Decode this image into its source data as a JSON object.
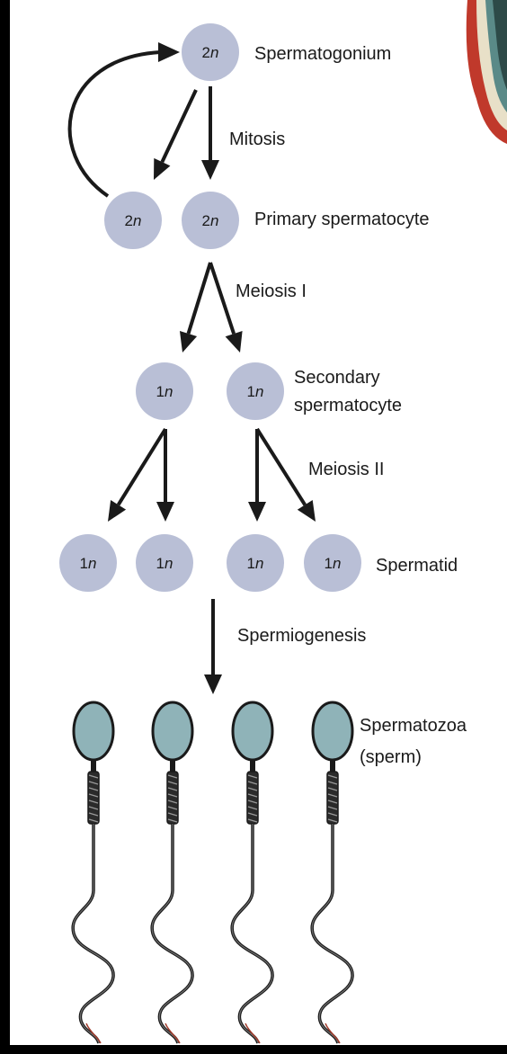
{
  "colors": {
    "background": "#000000",
    "panel": "#ffffff",
    "cell_fill": "#b9bfd6",
    "sperm_head": "#8fb3b8",
    "ink": "#1a1a1a",
    "tail_accent": "#a03a2a"
  },
  "cells": {
    "spermatogonium": {
      "num": "2",
      "sym": "n"
    },
    "renewed": {
      "num": "2",
      "sym": "n"
    },
    "primary": {
      "num": "2",
      "sym": "n"
    },
    "secondary_left": {
      "num": "1",
      "sym": "n"
    },
    "secondary_right": {
      "num": "1",
      "sym": "n"
    },
    "spermatid_1": {
      "num": "1",
      "sym": "n"
    },
    "spermatid_2": {
      "num": "1",
      "sym": "n"
    },
    "spermatid_3": {
      "num": "1",
      "sym": "n"
    },
    "spermatid_4": {
      "num": "1",
      "sym": "n"
    }
  },
  "labels": {
    "spermatogonium": "Spermatogonium",
    "mitosis": "Mitosis",
    "primary_spermatocyte": "Primary spermatocyte",
    "meiosis_1": "Meiosis I",
    "secondary_line1": "Secondary",
    "secondary_line2": "spermatocyte",
    "meiosis_2": "Meiosis II",
    "spermatid": "Spermatid",
    "spermiogenesis": "Spermiogenesis",
    "spermatozoa_line1": "Spermatozoa",
    "spermatozoa_line2": "(sperm)"
  }
}
